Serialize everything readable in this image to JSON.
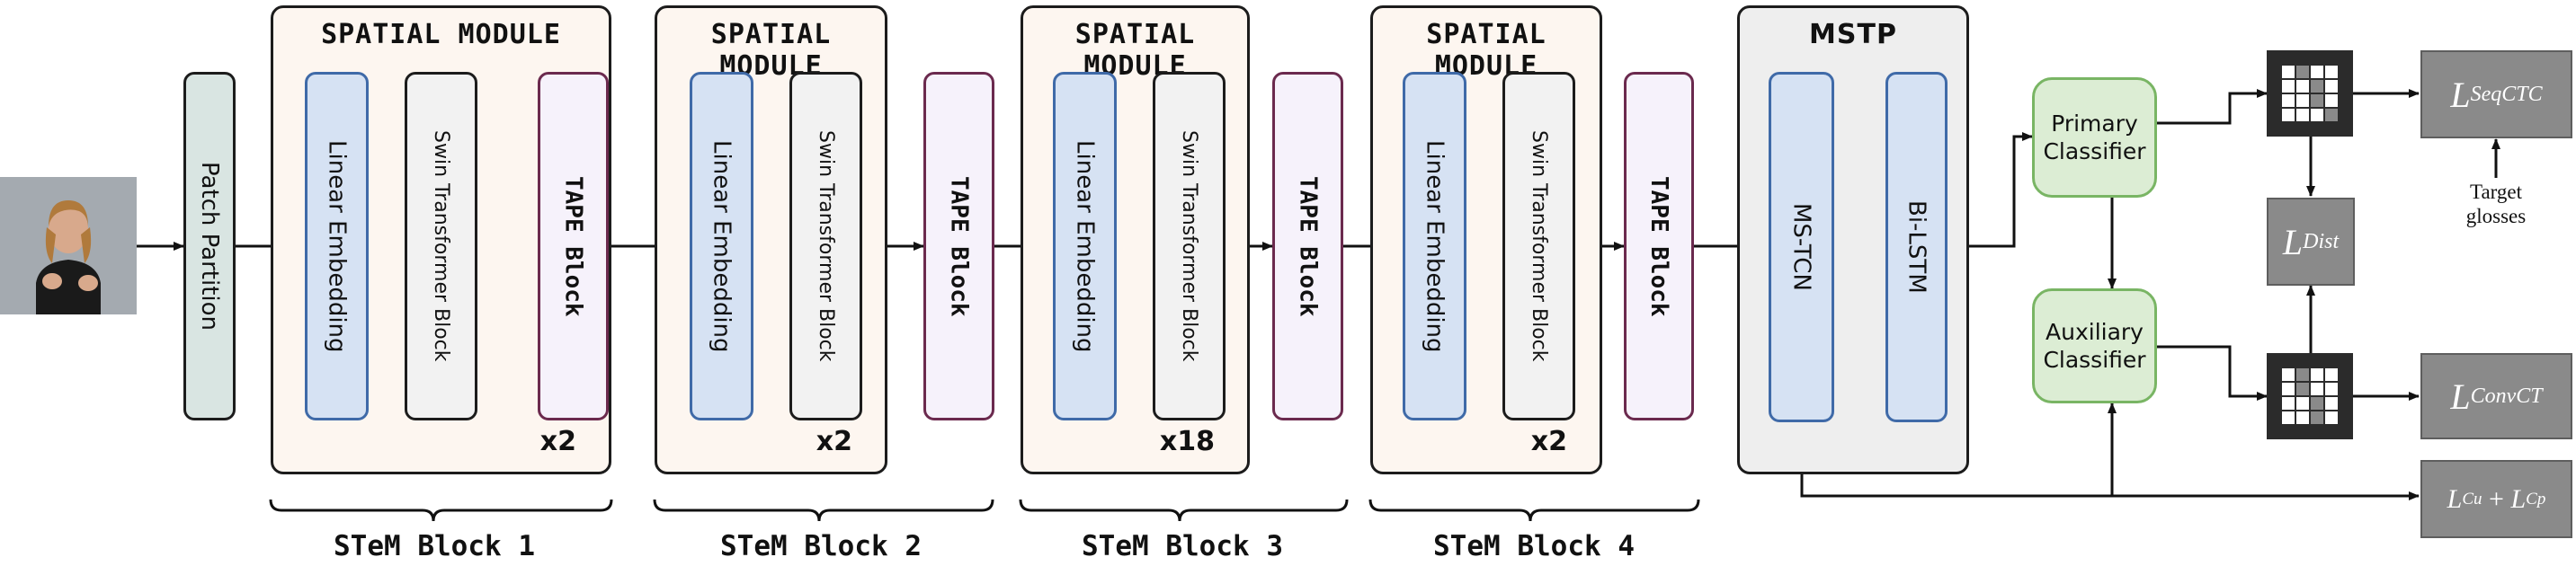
{
  "input_frame": {
    "icon": "sign-language-person"
  },
  "patch_partition": {
    "label": "Patch Partition"
  },
  "stem_blocks": [
    {
      "module_title": "SPATIAL MODULE",
      "embed_label": "Linear Embedding",
      "swin_label": "Swin Transformer Block",
      "repeat": "x2",
      "tape_label": "TAPE Block",
      "block_label": "STeM Block 1"
    },
    {
      "module_title": "SPATIAL MODULE",
      "embed_label": "Linear Embedding",
      "swin_label": "Swin Transformer Block",
      "repeat": "x2",
      "tape_label": "TAPE Block",
      "block_label": "STeM Block 2"
    },
    {
      "module_title": "SPATIAL MODULE",
      "embed_label": "Linear Embedding",
      "swin_label": "Swin Transformer Block",
      "repeat": "x18",
      "tape_label": "TAPE Block",
      "block_label": "STeM Block 3"
    },
    {
      "module_title": "SPATIAL MODULE",
      "embed_label": "Linear Embedding",
      "swin_label": "Swin Transformer Block",
      "repeat": "x2",
      "tape_label": "TAPE Block",
      "block_label": "STeM Block 4"
    }
  ],
  "mstp": {
    "title": "MSTP",
    "tcn_label": "MS-TCN",
    "lstm_label": "Bi-LSTM"
  },
  "classifiers": {
    "primary": {
      "line1": "Primary",
      "line2": "Classifier"
    },
    "auxiliary": {
      "line1": "Auxiliary",
      "line2": "Classifier"
    }
  },
  "losses": {
    "seq_ctc": {
      "symbol": "L",
      "sub": "SeqCTC"
    },
    "dist": {
      "symbol": "L",
      "sub": "Dist"
    },
    "conv_ct": {
      "symbol": "L",
      "sub": "ConvCT"
    },
    "cu_cp": {
      "symbol_a": "L",
      "sub_a": "Cu",
      "plus": " + ",
      "symbol_b": "L",
      "sub_b": "Cp"
    }
  },
  "target": {
    "line1": "Target",
    "line2": "glosses"
  },
  "colors": {
    "module_bg": "#fdf6f0",
    "embed_fill": "#d6e2f3",
    "embed_border": "#3f6aa8",
    "tape_border": "#6b2a4e",
    "classifier_fill": "#dcedd4",
    "classifier_border": "#79b564",
    "loss_fill": "#8a8a8a"
  }
}
